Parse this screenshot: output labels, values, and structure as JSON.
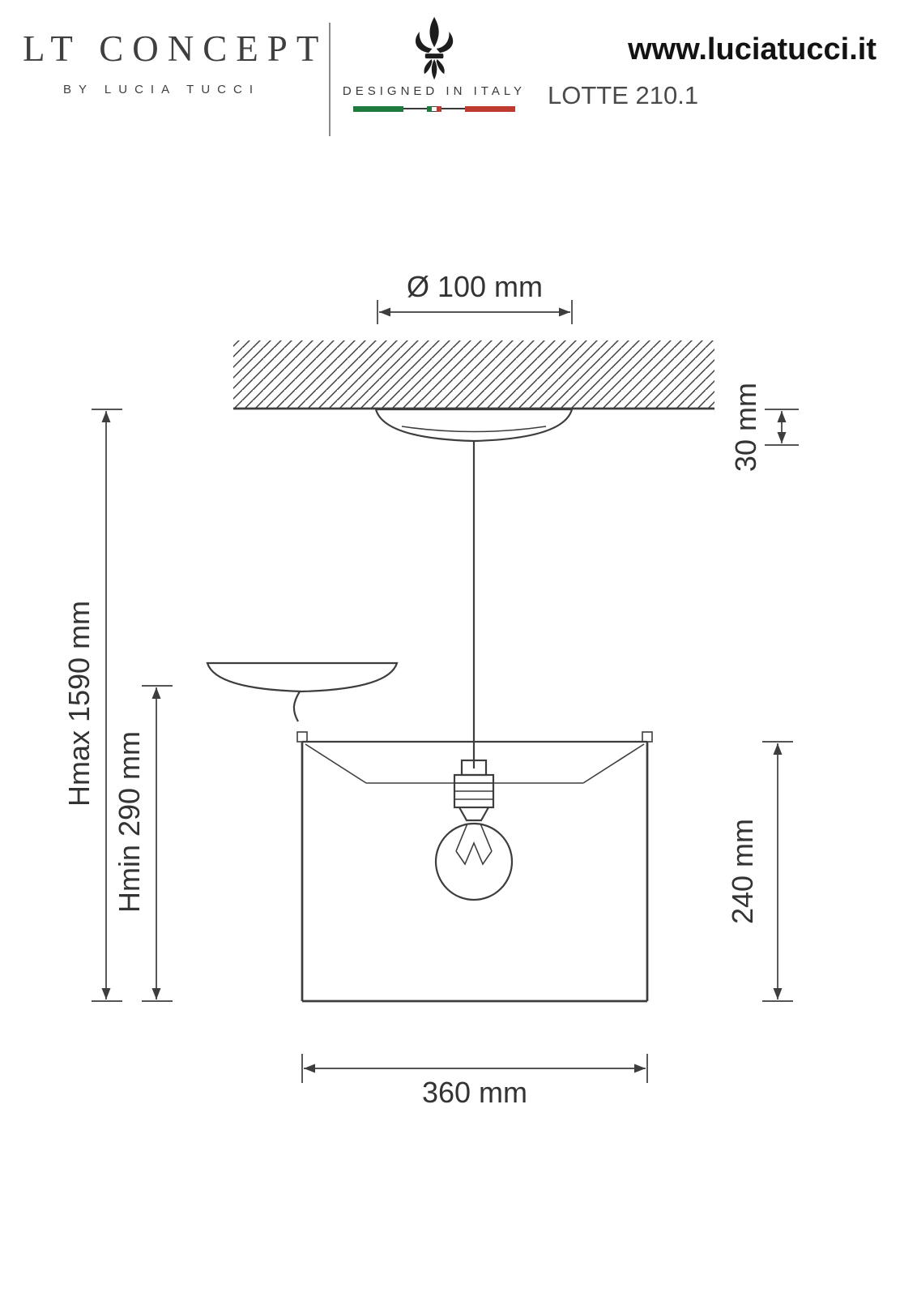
{
  "header": {
    "brand": {
      "title": "LT CONCEPT",
      "subtitle": "BY LUCIA TUCCI"
    },
    "designed_in_italy": "DESIGNED IN ITALY",
    "logo_icon": "fleur-de-lis-icon",
    "website": "www.luciatucci.it",
    "model": "LOTTE 210.1"
  },
  "drawing": {
    "dimensions": {
      "canopy_diameter": "Ø 100 mm",
      "canopy_height": "30 mm",
      "height_max": "Hmax 1590 mm",
      "height_min": "Hmin 290 mm",
      "shade_height": "240 mm",
      "shade_width": "360 mm"
    }
  },
  "colors": {
    "line_color": "#3d3d3d",
    "text_color": "#333333",
    "brand_color": "#3f3f3f",
    "flag_green": "#1f7a3d",
    "flag_red": "#bf3a2e"
  }
}
